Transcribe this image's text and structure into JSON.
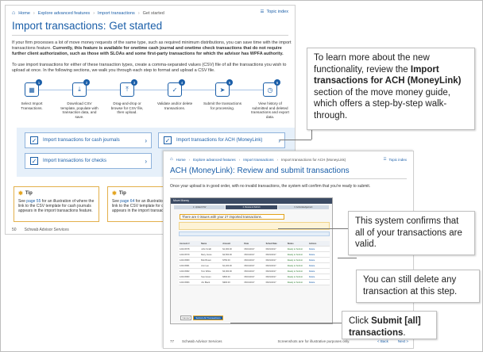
{
  "page_a": {
    "breadcrumb": [
      "Home",
      "Explore advanced features",
      "Import transactions",
      "Get started"
    ],
    "topic_index": "Topic index",
    "title": "Import transactions: Get started",
    "para1_a": "If your firm processes a lot of move money requests of the same type, such as required minimum distributions, you can save time with the import transactions feature.",
    "para1_b": "Currently, this feature is available for onetime cash journal and onetime check transactions that do not require further client authorization, such as those with SLOAs and some first-party transactions for which the advisor has WPFA authority.",
    "para2": "To use import transactions for either of these transaction types, create a comma-separated values (CSV) file of all the transactions you wish to upload at once. In the following sections, we walk you through each step to format and upload a CSV file.",
    "steps": [
      {
        "num": "1",
        "icon": "grid",
        "label": "Select Import Transactions."
      },
      {
        "num": "2",
        "icon": "download",
        "label": "Download CSV template, populate with transaction data, and save."
      },
      {
        "num": "3",
        "icon": "upload",
        "label": "Drag-and-drop or browse for CSV file, then upload."
      },
      {
        "num": "4",
        "icon": "check",
        "label": "Validate and/or delete transactions."
      },
      {
        "num": "5",
        "icon": "send",
        "label": "Submit the transactions for processing."
      },
      {
        "num": "6",
        "icon": "history",
        "label": "View history of submitted and deleted transactions and export data."
      }
    ],
    "links": {
      "cash": "Import transactions for cash journals",
      "moneylink": "Import transactions for ACH (MoneyLink)",
      "checks": "Import transactions for checks"
    },
    "tips": [
      {
        "title": "Tip",
        "text_a": "See ",
        "link": "page 55",
        "text_b": " for an illustration of where the link to the CSV template for cash journals appears in the import transactions feature."
      },
      {
        "title": "Tip",
        "text_a": "See ",
        "link": "page 64",
        "text_b": " for an illustration of where the link to the CSV template for checks appears in the import transactions feature."
      }
    ],
    "footer_page": "50",
    "footer_org": "Schwab Advisor Services"
  },
  "page_b": {
    "breadcrumb": [
      "Home",
      "Explore advanced features",
      "Import transactions",
      "Import transactions for ACH (MoneyLink)"
    ],
    "topic_index": "Topic index",
    "title": "ACH (MoneyLink): Review and submit transactions",
    "intro": "Once your upload is in good order, with no invalid transactions, the system will confirm that you're ready to submit.",
    "screen_header": "Move Money",
    "progress": [
      "1. Upload CSV",
      "2. Review & Submit",
      "3. Acknowledgement"
    ],
    "issues": "There are 0 issues with your 27 imported transactions.",
    "columns": [
      "Account #",
      "Name",
      "Amount",
      "Date",
      "Sched Date",
      "Status",
      "Actions"
    ],
    "rows": [
      [
        "1234-5678",
        "John Smith",
        "$1,000.00",
        "06/01/2017",
        "06/01/2017",
        "Ready to Submit",
        "Delete"
      ],
      [
        "1234-5679",
        "Mary Jones",
        "$2,500.00",
        "06/01/2017",
        "06/01/2017",
        "Ready to Submit",
        "Delete"
      ],
      [
        "1234-5680",
        "Bob Brown",
        "$750.00",
        "06/01/2017",
        "06/01/2017",
        "Ready to Submit",
        "Delete"
      ],
      [
        "1234-5681",
        "Ann Lee",
        "$1,200.00",
        "06/01/2017",
        "06/01/2017",
        "Ready to Submit",
        "Delete"
      ],
      [
        "1234-5682",
        "Tom White",
        "$3,000.00",
        "06/01/2017",
        "06/01/2017",
        "Ready to Submit",
        "Delete"
      ],
      [
        "1234-5683",
        "Sue Green",
        "$500.00",
        "06/01/2017",
        "06/01/2017",
        "Ready to Submit",
        "Delete"
      ],
      [
        "1234-5684",
        "Jim Black",
        "$900.00",
        "06/01/2017",
        "06/01/2017",
        "Ready to Submit",
        "Delete"
      ]
    ],
    "cancel": "Cancel",
    "submit": "Submit All Transactions",
    "footer_page": "77",
    "footer_org": "Schwab Advisor Services",
    "footer_note": "Screenshots are for illustrative purposes only.",
    "back": "< Back",
    "next": "Next >"
  },
  "callouts": {
    "c1_a": "To learn more about the new functionality, review the ",
    "c1_b": "Import transactions for ACH (MoneyLink)",
    "c1_c": " section of the move money guide, which offers a step-by-step walk-through.",
    "c2": "This system confirms that all of your transactions are valid.",
    "c3": "You can still delete any transaction at this step.",
    "c4_a": "Click ",
    "c4_b": "Submit [all] transactions",
    "c4_c": "."
  },
  "colors": {
    "brand_blue": "#1a5ea8",
    "highlight_orange": "#e3a21a"
  }
}
